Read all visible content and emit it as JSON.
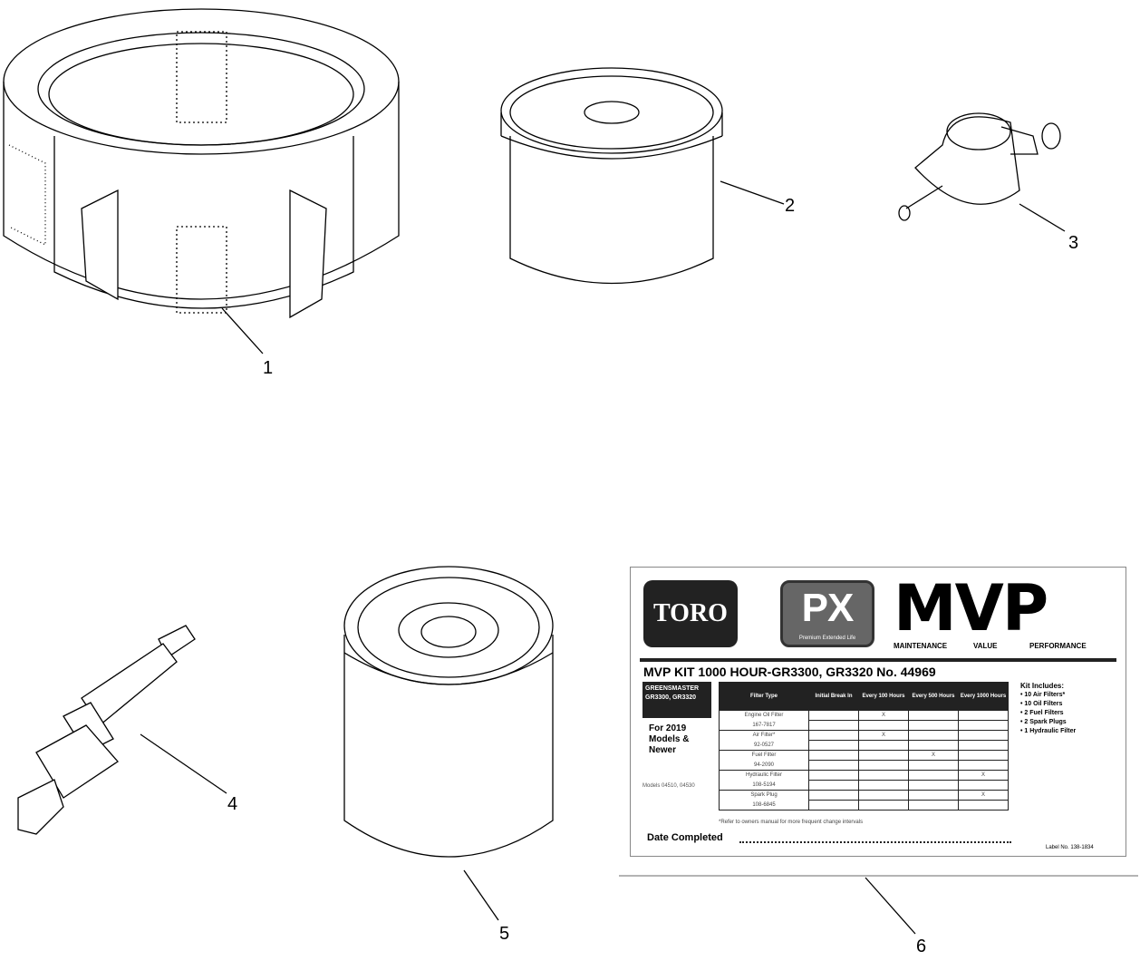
{
  "callouts": [
    "1",
    "2",
    "3",
    "4",
    "5",
    "6"
  ],
  "parts": [
    {
      "callout": "1",
      "icon": "air-filter-icon"
    },
    {
      "callout": "2",
      "icon": "oil-filter-icon"
    },
    {
      "callout": "3",
      "icon": "fuel-filter-icon"
    },
    {
      "callout": "4",
      "icon": "spark-plug-icon"
    },
    {
      "callout": "5",
      "icon": "hydraulic-filter-icon"
    },
    {
      "callout": "6",
      "icon": "decal-label-icon"
    }
  ],
  "label": {
    "toro_logo": "TORO",
    "px_logo": "PX",
    "px_sub": "Premium Extended Life",
    "mvp": "MVP",
    "mvp_words": [
      "MAINTENANCE",
      "VALUE",
      "PERFORMANCE"
    ],
    "kit_title": "MVP KIT 1000 HOUR-GR3300, GR3320 No. 44969",
    "greensmaster": "GREENSMASTER GR3300, GR3320",
    "for_models": "For 2019 Models & Newer",
    "models": "Models 04510, 04530",
    "columns": [
      "Filter Type",
      "Initial Break In",
      "Every 100 Hours",
      "Every 500 Hours",
      "Every 1000 Hours"
    ],
    "rows": [
      {
        "name": "Engine Oil Filter",
        "part": "167-7817",
        "marks": [
          "",
          "X",
          "",
          ""
        ]
      },
      {
        "name": "Air Filter*",
        "part": "92-0527",
        "marks": [
          "",
          "X",
          "",
          ""
        ]
      },
      {
        "name": "Fuel Filter",
        "part": "94-2090",
        "marks": [
          "",
          "",
          "X",
          ""
        ]
      },
      {
        "name": "Hydraulic Filter",
        "part": "108-5194",
        "marks": [
          "",
          "",
          "",
          "X"
        ]
      },
      {
        "name": "Spark Plug",
        "part": "108-6845",
        "marks": [
          "",
          "",
          "",
          "X"
        ]
      }
    ],
    "kit_includes_title": "Kit Includes:",
    "kit_includes": [
      "• 10 Air Filters*",
      "• 10 Oil Filters",
      "• 2 Fuel Filters",
      "• 2 Spark Plugs",
      "• 1 Hydraulic Filter"
    ],
    "footnote": "*Refer to owners manual for more frequent change intervals",
    "date_completed": "Date Completed",
    "label_no": "Label No. 138-1834"
  }
}
